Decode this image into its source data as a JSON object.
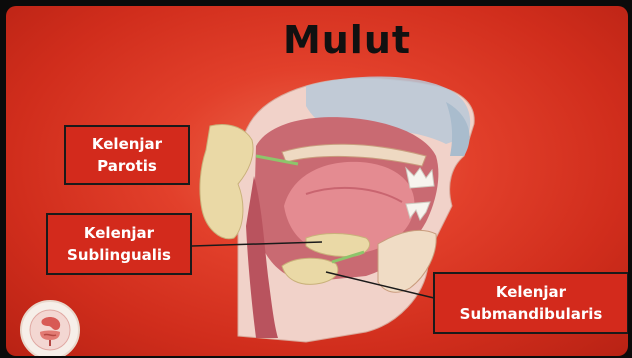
{
  "slide": {
    "title": "Mulut",
    "labels": {
      "parotis": [
        "Kelenjar",
        "Parotis"
      ],
      "sublingualis": [
        "Kelenjar",
        "Sublingualis"
      ],
      "submandibularis": [
        "Kelenjar",
        "Submandibularis"
      ]
    },
    "icons": {
      "logo": "digestive-system-icon"
    },
    "colors": {
      "background": "#d93a27",
      "label_fill": "#d32a1c",
      "label_border": "#1a1a1a",
      "gland": "#e9d9a6",
      "title": "#111111"
    }
  }
}
